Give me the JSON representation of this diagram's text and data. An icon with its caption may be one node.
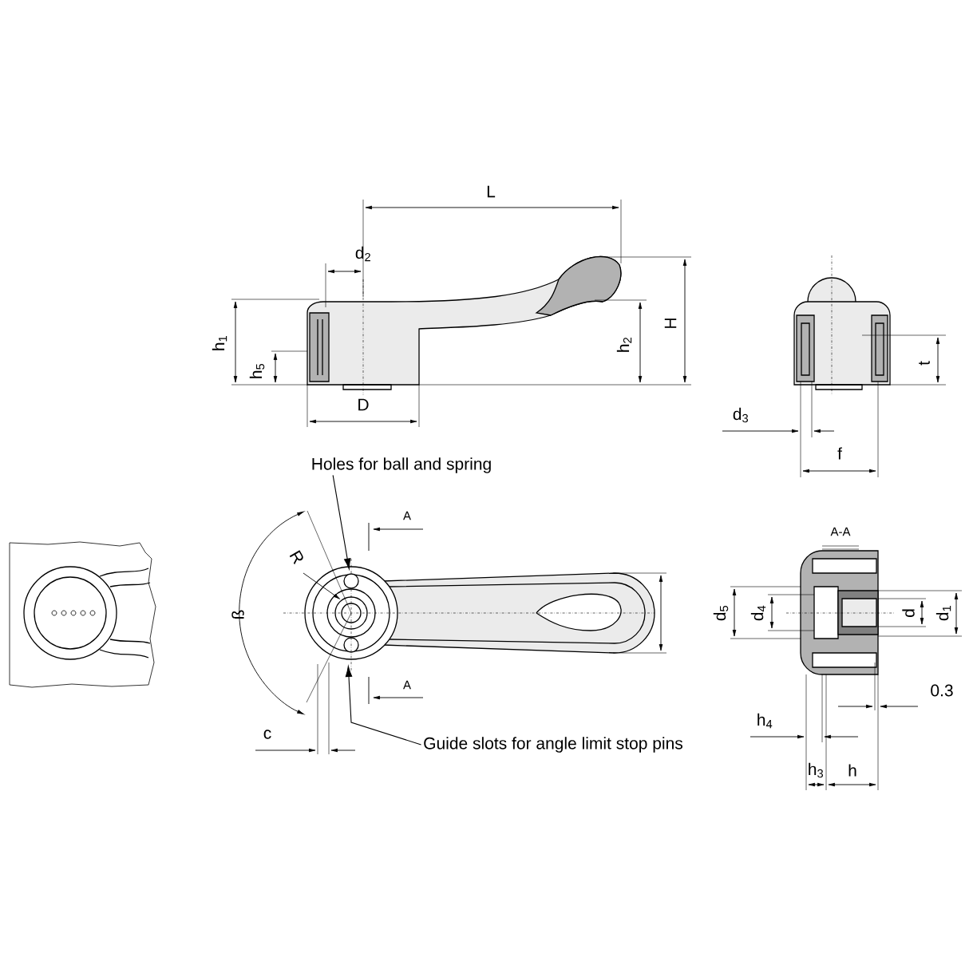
{
  "diagram": {
    "nodes": [
      {
        "text": [
          "Holes for ball and spring"
        ]
      },
      {
        "text": [
          "Guide slots for angle limit stop pins"
        ]
      },
      {
        "text": [],
        "shape": "circle"
      }
    ],
    "edges": [
      {
        "from": 0,
        "to": 2,
        "arrow": "to"
      },
      {
        "from": 1,
        "to": null,
        "arrow": "to"
      }
    ],
    "labels": [
      "L",
      "d$_{2}$",
      "h$_{1}$",
      "h$_{5}$",
      "h$_{2}$",
      "H",
      "t",
      "D",
      "d$_{3}$",
      "f",
      "A",
      "A-A",
      "R",
      "ß",
      "d$_{5}$",
      "d$_{4}$",
      "d",
      "d$_{1}$",
      "A",
      "0.3",
      "h$_{4}$",
      "c",
      "h$_{3}$",
      "h"
    ]
  }
}
